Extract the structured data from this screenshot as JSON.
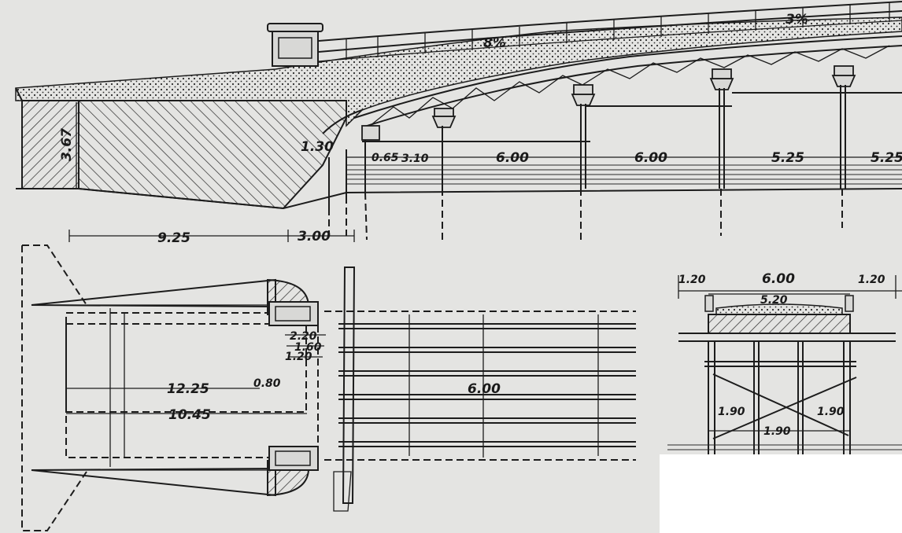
{
  "elevation": {
    "gradients": {
      "left": "8%",
      "right": "3%"
    },
    "dimensions": {
      "abutment_height": "3.67",
      "slope": "1.30",
      "span_a": "0.65",
      "span_b": "3.10",
      "span_c": "6.00",
      "span_d": "6.00",
      "span_e": "5.25",
      "span_f": "5.25",
      "base_length": "9.25",
      "toe_length": "3.00"
    }
  },
  "plan": {
    "dimensions": {
      "d1": "2.20",
      "d2": "1.60",
      "d3": "1.20",
      "d4": "0.80",
      "outer_length": "12.25",
      "inner_length": "10.45",
      "deck_width": "6.00"
    }
  },
  "section": {
    "dimensions": {
      "left_walk": "1.20",
      "total_width": "6.00",
      "right_walk": "1.20",
      "roadway": "5.20",
      "bay_left": "1.90",
      "bay_mid": "1.90",
      "bay_right": "1.90"
    }
  }
}
